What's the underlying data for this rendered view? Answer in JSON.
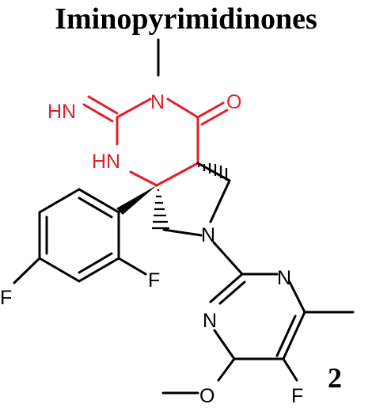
{
  "title": "Iminopyrimidinones",
  "compound_number": "2",
  "colors": {
    "highlight": "#e0202a",
    "default": "#000000"
  },
  "atom_labels": {
    "imine": "HN",
    "n_methyl": "N",
    "carbonyl_o": "O",
    "amide_nh": "HN",
    "pyrrolidine_n": "N",
    "pyrimidine_n1": "N",
    "pyrimidine_n2": "N",
    "aryl_f_para": "F",
    "aryl_f_ortho": "F",
    "pyrimidine_f": "F",
    "methoxy_o": "O"
  }
}
